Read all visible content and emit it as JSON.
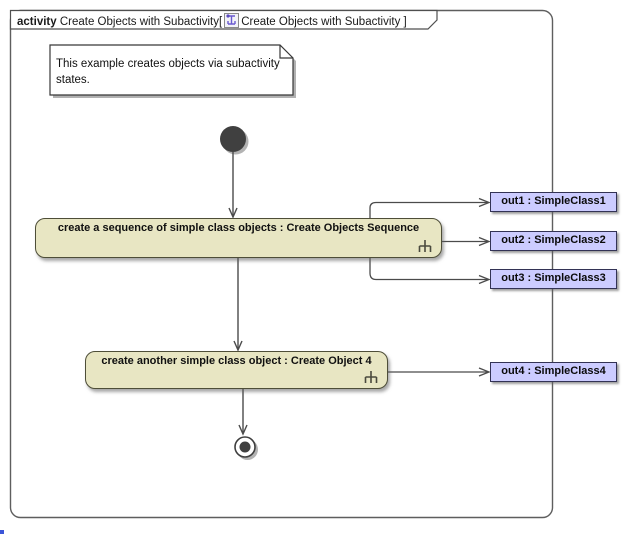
{
  "diagram": {
    "frame": {
      "keyword": "activity",
      "title_before_icon": "Create Objects with Subactivity[",
      "title_after_icon": "Create Objects with Subactivity ]",
      "icon": "activity-diagram-icon"
    },
    "note": {
      "text": "This example creates objects via subactivity states."
    },
    "actions": [
      {
        "label": "create a sequence of simple class objects : Create Objects Sequence",
        "decoration": "rake-icon"
      },
      {
        "label": "create another simple class object : Create Object 4",
        "decoration": "rake-icon"
      }
    ],
    "pins": [
      {
        "label": "out1 : SimpleClass1"
      },
      {
        "label": "out2 : SimpleClass2"
      },
      {
        "label": "out3 : SimpleClass3"
      },
      {
        "label": "out4 : SimpleClass4"
      }
    ],
    "nodes": {
      "initial": "initial-node",
      "final": "activity-final-node"
    },
    "colors": {
      "action_fill": "#E8E6C3",
      "action_border": "#4E4E38",
      "pin_fill": "#CCCCFF",
      "pin_border": "#333355",
      "frame_border": "#5E5E5E",
      "connector": "#4B4B4B",
      "node_fill": "#404040",
      "icon_accent": "#6A5ACF"
    }
  }
}
